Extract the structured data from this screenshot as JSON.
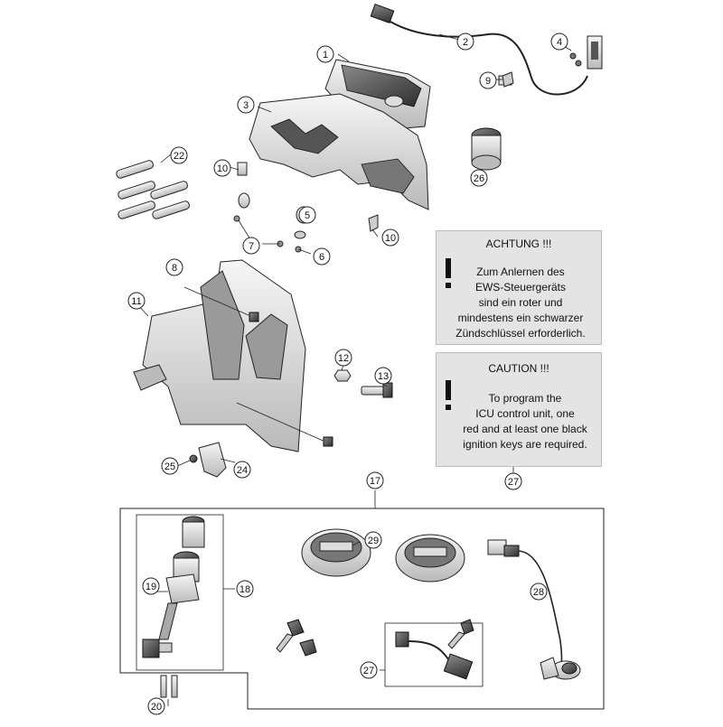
{
  "callouts": [
    {
      "id": "c1",
      "label": "1"
    },
    {
      "id": "c2",
      "label": "2"
    },
    {
      "id": "c3",
      "label": "3"
    },
    {
      "id": "c4",
      "label": "4"
    },
    {
      "id": "c5",
      "label": "5"
    },
    {
      "id": "c6",
      "label": "6"
    },
    {
      "id": "c7",
      "label": "7"
    },
    {
      "id": "c8",
      "label": "8"
    },
    {
      "id": "c9",
      "label": "9"
    },
    {
      "id": "c10a",
      "label": "10"
    },
    {
      "id": "c10b",
      "label": "10"
    },
    {
      "id": "c11",
      "label": "11"
    },
    {
      "id": "c12",
      "label": "12"
    },
    {
      "id": "c13",
      "label": "13"
    },
    {
      "id": "c17",
      "label": "17"
    },
    {
      "id": "c18",
      "label": "18"
    },
    {
      "id": "c19",
      "label": "19"
    },
    {
      "id": "c20",
      "label": "20"
    },
    {
      "id": "c22",
      "label": "22"
    },
    {
      "id": "c24",
      "label": "24"
    },
    {
      "id": "c25",
      "label": "25"
    },
    {
      "id": "c26",
      "label": "26"
    },
    {
      "id": "c27a",
      "label": "27"
    },
    {
      "id": "c27b",
      "label": "27"
    },
    {
      "id": "c28",
      "label": "28"
    },
    {
      "id": "c29",
      "label": "29"
    }
  ],
  "notices": {
    "german": {
      "heading": "ACHTUNG !!!",
      "lines": [
        "Zum Anlernen des",
        "EWS-Steuergeräts",
        "sind ein roter und",
        "mindestens ein schwarzer",
        "Zündschlüssel erforderlich."
      ]
    },
    "english": {
      "heading": "CAUTION !!!",
      "lines": [
        "To program the",
        "ICU control unit, one",
        "red and at least one black",
        "ignition keys are required."
      ]
    }
  }
}
